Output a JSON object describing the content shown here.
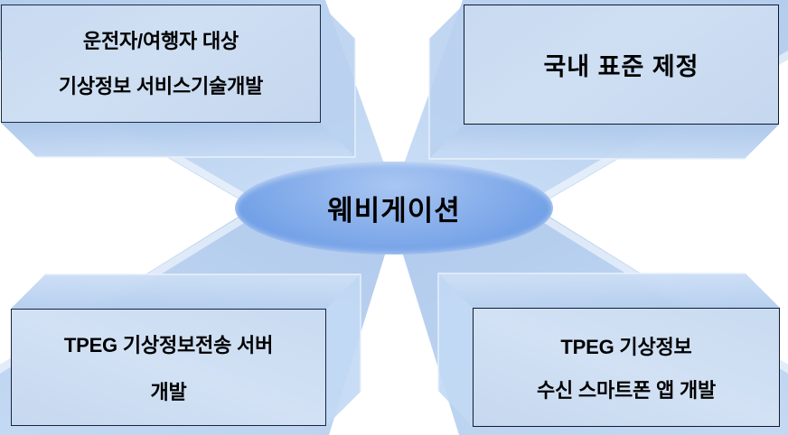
{
  "diagram": {
    "type": "radial-hub-and-spoke",
    "center": {
      "label": "웨비게이션",
      "shape": "ellipse",
      "fill": "#7ba7e8"
    },
    "background_fill": "#bcd3f0",
    "ray_fill": "#ffffff",
    "nodes": [
      {
        "id": "top-left",
        "lines": [
          "운전자/여행자 대상",
          "기상정보 서비스기술개발"
        ],
        "fill": "#ccdcf2",
        "border": "#23324a"
      },
      {
        "id": "top-right",
        "lines": [
          "국내 표준 제정"
        ],
        "fill": "#ccdcf2",
        "border": "#0f1a2b"
      },
      {
        "id": "bottom-left",
        "lines": [
          "TPEG 기상정보전송 서버",
          "개발"
        ],
        "fill": "#ccdcf2",
        "border": "#18243a"
      },
      {
        "id": "bottom-right",
        "lines": [
          "TPEG 기상정보",
          "수신 스마트폰 앱 개발"
        ],
        "fill": "#ccdcf2",
        "border": "#101b2c"
      }
    ]
  }
}
